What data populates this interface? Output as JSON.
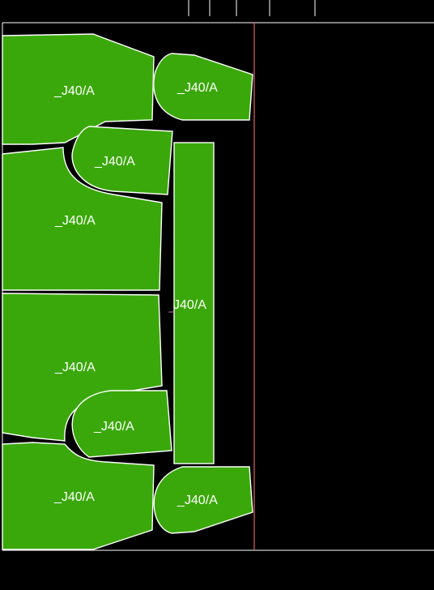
{
  "colors": {
    "background": "#000000",
    "piece_fill": "#3aa80a",
    "piece_outline": "#ffffff",
    "marker_line": "#e06060",
    "frame_line": "#ffffff"
  },
  "marker": {
    "pieces": [
      {
        "id": "p1",
        "label": "_J40/A"
      },
      {
        "id": "p2",
        "label": "_J40/A"
      },
      {
        "id": "p3",
        "label": "_J40/A"
      },
      {
        "id": "p4",
        "label": "_J40/A"
      },
      {
        "id": "p5",
        "label": "J40/A"
      },
      {
        "id": "p6",
        "label": "_J40/A"
      },
      {
        "id": "p7",
        "label": "_J40/A"
      },
      {
        "id": "p8",
        "label": "_J40/A"
      },
      {
        "id": "p9",
        "label": "_J40/A"
      }
    ]
  }
}
